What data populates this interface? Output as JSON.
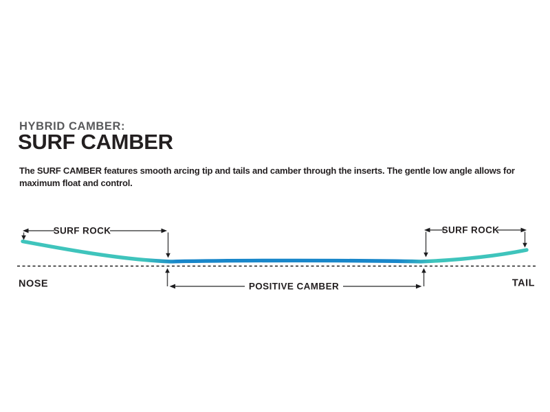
{
  "header": {
    "kicker": "HYBRID CAMBER:",
    "title": "SURF CAMBER",
    "description": "The SURF CAMBER features smooth arcing tip and tails and camber through the inserts. The gentle low angle allows for maximum float and control."
  },
  "diagram": {
    "surf_rock_left_label": "SURF ROCK",
    "surf_rock_right_label": "SURF ROCK",
    "positive_camber_label": "POSITIVE CAMBER",
    "nose_label": "NOSE",
    "tail_label": "TAIL"
  },
  "colors": {
    "background": "#ffffff",
    "kicker_gray": "#58595b",
    "text_black": "#231f20",
    "tip_teal": "#3fc4bc",
    "camber_blue": "#1987ca",
    "annotation_line": "#4a4b4c",
    "arrowhead": "#1d1d1f",
    "baseline": "#1c1c1c"
  }
}
